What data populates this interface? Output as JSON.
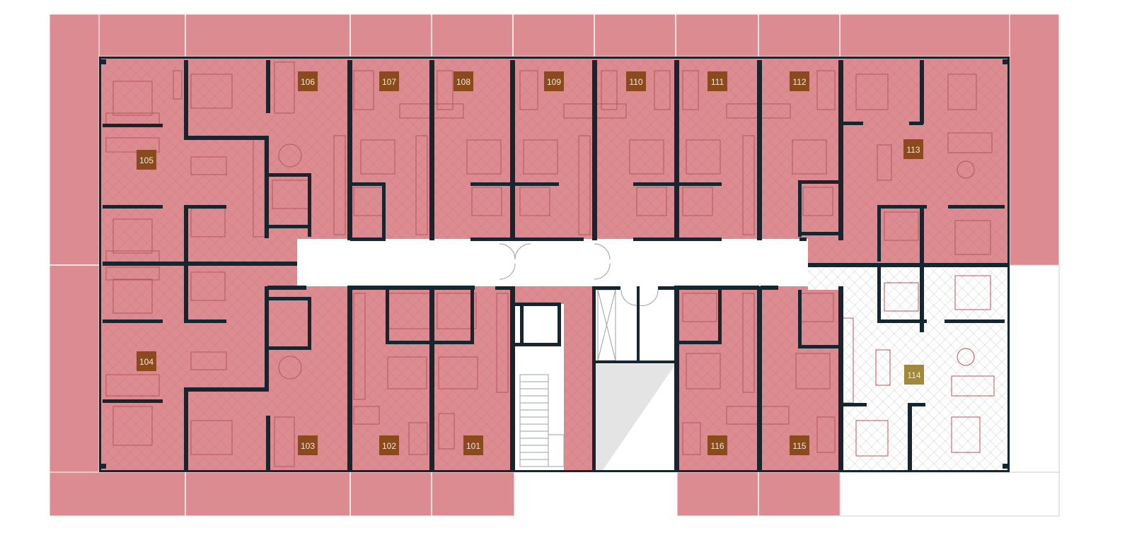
{
  "floorplan": {
    "colors": {
      "sold": "#dc8b90",
      "available": "#ffffff",
      "wall": "#15262e",
      "badge_sold": "#8a4a1c",
      "badge_available": "#9e8a3a",
      "corridor": "#ffffff",
      "fixture": "#b4555c"
    },
    "units": [
      {
        "id": "u101",
        "label": "101",
        "status": "sold"
      },
      {
        "id": "u102",
        "label": "102",
        "status": "sold"
      },
      {
        "id": "u103",
        "label": "103",
        "status": "sold"
      },
      {
        "id": "u104",
        "label": "104",
        "status": "sold"
      },
      {
        "id": "u105",
        "label": "105",
        "status": "sold"
      },
      {
        "id": "u106",
        "label": "106",
        "status": "sold"
      },
      {
        "id": "u107",
        "label": "107",
        "status": "sold"
      },
      {
        "id": "u108",
        "label": "108",
        "status": "sold"
      },
      {
        "id": "u109",
        "label": "109",
        "status": "sold"
      },
      {
        "id": "u110",
        "label": "110",
        "status": "sold"
      },
      {
        "id": "u111",
        "label": "111",
        "status": "sold"
      },
      {
        "id": "u112",
        "label": "112",
        "status": "sold"
      },
      {
        "id": "u113",
        "label": "113",
        "status": "sold"
      },
      {
        "id": "u114",
        "label": "114",
        "status": "available"
      },
      {
        "id": "u115",
        "label": "115",
        "status": "sold"
      },
      {
        "id": "u116",
        "label": "116",
        "status": "sold"
      }
    ]
  }
}
